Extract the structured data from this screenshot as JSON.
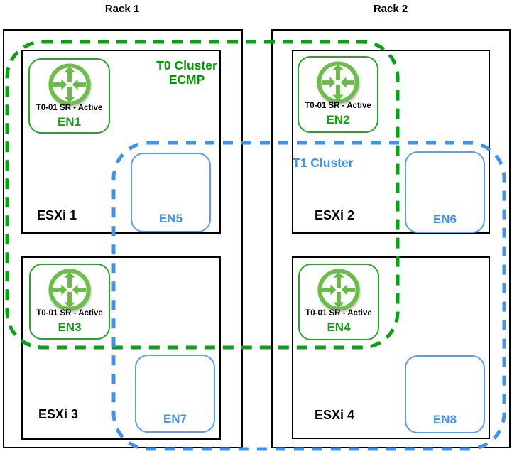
{
  "racks": [
    {
      "label": "Rack 1"
    },
    {
      "label": "Rack 2"
    }
  ],
  "hosts": [
    {
      "label": "ESXi 1"
    },
    {
      "label": "ESXi 2"
    },
    {
      "label": "ESXi 3"
    },
    {
      "label": "ESXi 4"
    }
  ],
  "t0_cluster": {
    "label_line1": "T0 Cluster",
    "label_line2": "ECMP",
    "border_color": "#0aa215",
    "text_color": "#009b00"
  },
  "t1_cluster": {
    "label": "T1 Cluster",
    "border_color": "#3f93ed",
    "text_color": "#3f93ed"
  },
  "t0_nodes": [
    {
      "label": "EN1",
      "status": "T0-01 SR - Active",
      "icon": "router-icon"
    },
    {
      "label": "EN2",
      "status": "T0-01 SR - Active",
      "icon": "router-icon"
    },
    {
      "label": "EN3",
      "status": "T0-01 SR - Active",
      "icon": "router-icon"
    },
    {
      "label": "EN4",
      "status": "T0-01 SR - Active",
      "icon": "router-icon"
    }
  ],
  "t1_nodes": [
    {
      "label": "EN5"
    },
    {
      "label": "EN6"
    },
    {
      "label": "EN7"
    },
    {
      "label": "EN8"
    }
  ],
  "colors": {
    "node_green_border": "#28a428",
    "node_green_text": "#13a113",
    "icon_green": "#67ba45",
    "node_blue_border": "#55a0f0",
    "node_blue_text": "#3f93ed",
    "black": "#000000"
  }
}
